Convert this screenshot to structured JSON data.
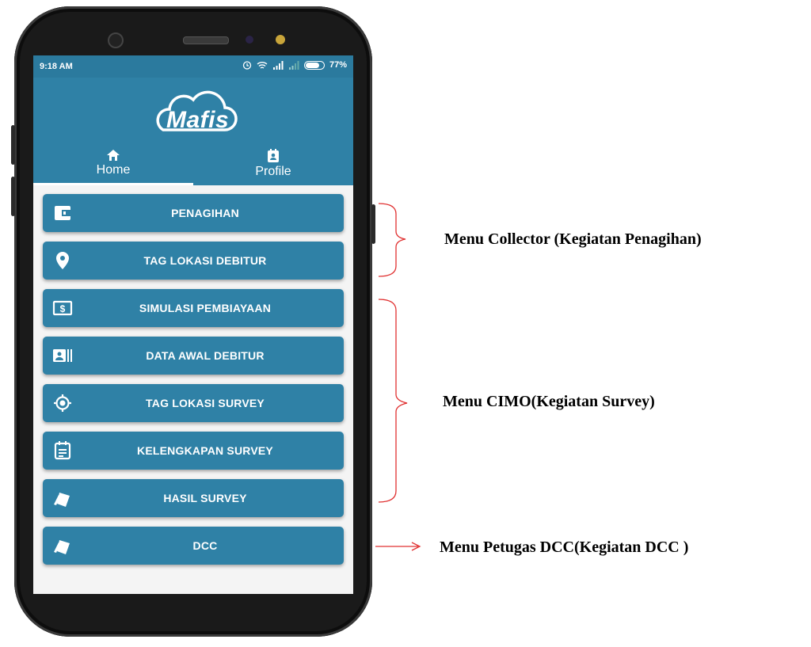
{
  "status_bar": {
    "time": "9:18 AM",
    "battery": "77%"
  },
  "app": {
    "brand": "Mafis"
  },
  "tabs": [
    {
      "label": "Home",
      "icon": "home-icon",
      "active": true
    },
    {
      "label": "Profile",
      "icon": "profile-badge-icon",
      "active": false
    }
  ],
  "menu": [
    {
      "label": "PENAGIHAN",
      "icon": "wallet-icon"
    },
    {
      "label": "TAG LOKASI DEBITUR",
      "icon": "location-pin-icon"
    },
    {
      "label": "SIMULASI PEMBIAYAAN",
      "icon": "money-icon"
    },
    {
      "label": "DATA AWAL DEBITUR",
      "icon": "id-card-icon"
    },
    {
      "label": "TAG LOKASI SURVEY",
      "icon": "gps-target-icon"
    },
    {
      "label": "KELENGKAPAN SURVEY",
      "icon": "event-note-icon"
    },
    {
      "label": "HASIL SURVEY",
      "icon": "cards-icon"
    },
    {
      "label": "DCC",
      "icon": "cards-icon"
    }
  ],
  "annotations": {
    "collector": "Menu Collector (Kegiatan Penagihan)",
    "cimo": "Menu CIMO(Kegiatan Survey)",
    "dcc": "Menu Petugas DCC(Kegiatan DCC )"
  },
  "colors": {
    "primary": "#2f81a6",
    "annotation_line": "#e03030"
  }
}
